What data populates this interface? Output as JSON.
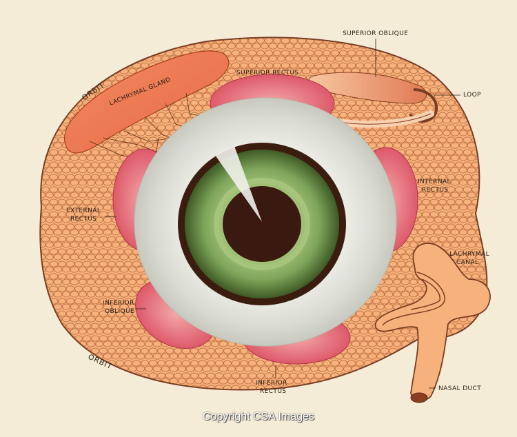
{
  "labels": {
    "orbit_top": "ORBIT",
    "lachrymal_gland": "LACHRYMAL GLAND",
    "superior_rectus": "SUPERIOR RECTUS",
    "superior_oblique": "SUPERIOR OBLIQUE",
    "loop": "LOOP",
    "internal_rectus_1": "INTERNAL",
    "internal_rectus_2": "RECTUS",
    "external_rectus_1": "EXTERNAL",
    "external_rectus_2": "RECTUS",
    "lachrymal_canal_1": "LACHRYMAL",
    "lachrymal_canal_2": "CANAL",
    "inferior_oblique_1": "INFERIOR",
    "inferior_oblique_2": "OBLIQUE",
    "orbit_bottom": "ORBIT",
    "inferior_rectus_1": "INFERIOR",
    "inferior_rectus_2": "RECTUS",
    "nasal_duct": "NASAL DUCT"
  },
  "watermark": "Copyright CSA Images",
  "colors": {
    "background": "#f4ecd6",
    "tissue": "#f6b17c",
    "muscle": "#e2566b",
    "sclera": "#e6e7e0",
    "iris": "#8fb56a",
    "pupil": "#3a1a10"
  }
}
